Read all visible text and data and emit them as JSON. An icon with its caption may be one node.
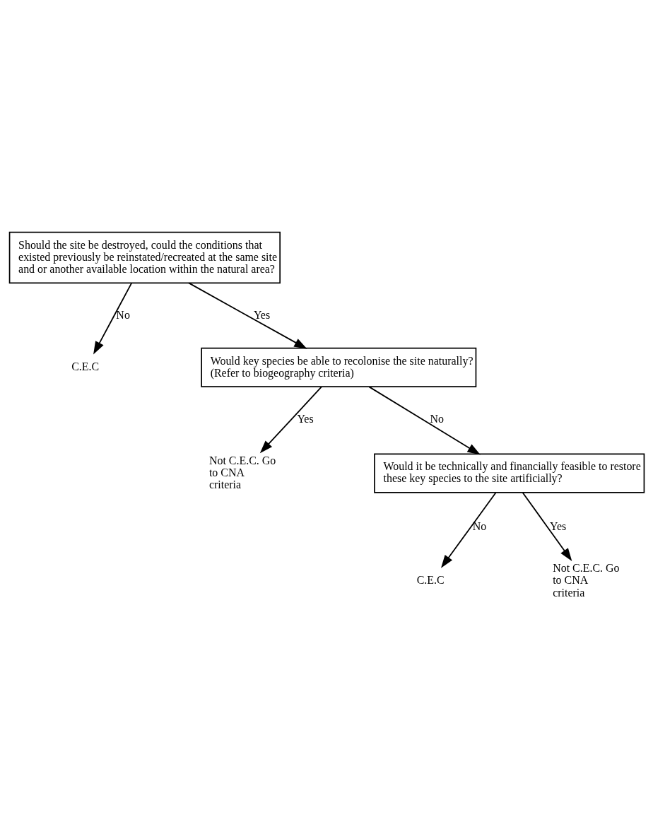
{
  "diagram": {
    "nodes": [
      {
        "text": [
          "Should the site be destroyed, could the conditions that existed previously be reinstated/recreated at the same site and or another available location within the natural area?"
        ]
      },
      {
        "text": [
          "C.E.C"
        ]
      },
      {
        "text": [
          "Would key species be able to recolonise the site naturally? (Refer to biogeography criteria)"
        ]
      },
      {
        "text": [
          "Not C.E.C. Go to CNA criteria"
        ]
      },
      {
        "text": [
          "Would it be technically and financially feasible to restore these key species to the site artificially?"
        ]
      },
      {
        "text": [
          "C.E.C"
        ]
      },
      {
        "text": [
          "Not C.E.C. Go to CNA criteria"
        ]
      }
    ],
    "edges": [
      {
        "from": 0,
        "to": 2,
        "arrow": "to",
        "label": "Yes"
      },
      {
        "from": 0,
        "to": 1,
        "arrow": "to",
        "label": "No"
      },
      {
        "from": 2,
        "to": 4,
        "arrow": "to",
        "label": "No"
      },
      {
        "from": 2,
        "to": 3,
        "arrow": "to",
        "label": "Yes"
      },
      {
        "from": 4,
        "to": 5,
        "arrow": "to",
        "label": "No"
      },
      {
        "from": 4,
        "to": 6,
        "arrow": "to",
        "label": "Yes"
      }
    ]
  }
}
